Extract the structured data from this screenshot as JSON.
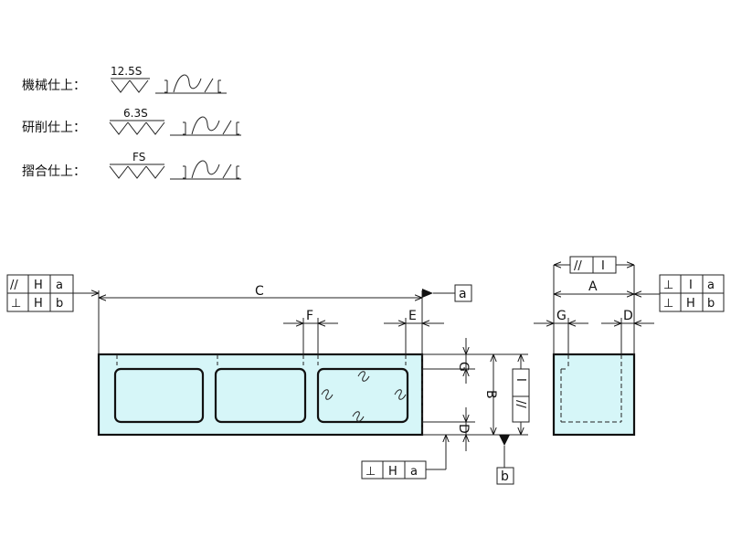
{
  "finish_legend": [
    {
      "label": "機械仕上：",
      "grade": "12.5S",
      "triangles": 2
    },
    {
      "label": "研削仕上：",
      "grade": "6.3S",
      "triangles": 3
    },
    {
      "label": "摺合仕上：",
      "grade": "FS",
      "triangles": 3
    }
  ],
  "dimensions": {
    "front_length": "C",
    "front_height": "B",
    "front_pitch": "F",
    "front_end": "E",
    "front_top": "G",
    "front_bottom": "D",
    "side_width": "A",
    "side_left": "G",
    "side_right": "D"
  },
  "tolerance_frames": {
    "front_left_row1": [
      "//",
      "H",
      "a"
    ],
    "front_left_row2": [
      "⊥",
      "H",
      "b"
    ],
    "front_bottom": [
      "⊥",
      "H",
      "a"
    ],
    "front_vertical": [
      "//",
      "I"
    ],
    "side_top": [
      "//",
      "I"
    ],
    "side_right_row1": [
      "⊥",
      "I",
      "a"
    ],
    "side_right_row2": [
      "⊥",
      "H",
      "b"
    ]
  },
  "datums": {
    "top_right": "a",
    "bottom": "b"
  },
  "colors": {
    "part_fill": "#d6f6f8",
    "line": "#111111"
  }
}
